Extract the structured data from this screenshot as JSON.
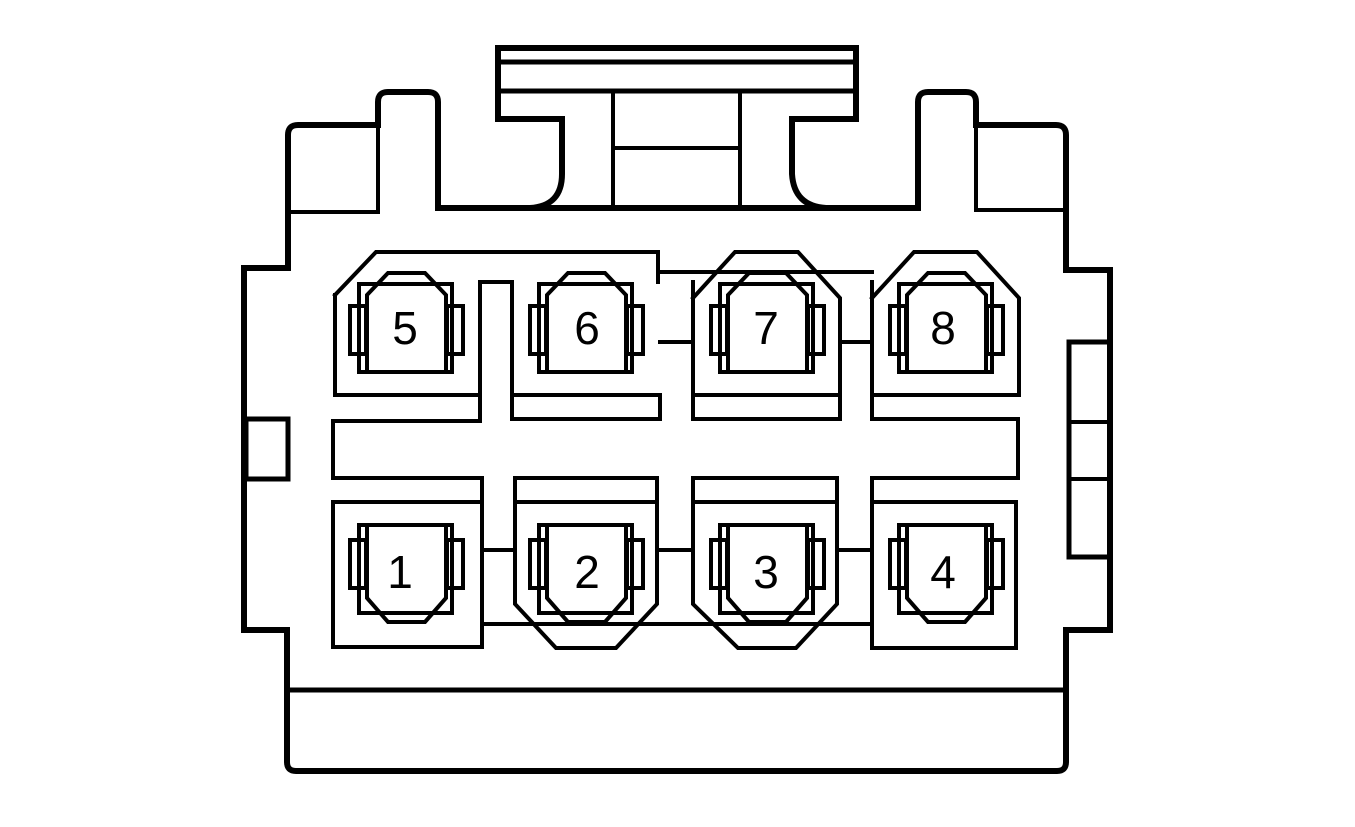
{
  "diagram": {
    "type": "connector-face-view",
    "pin_count": 8,
    "colors": {
      "line": "#000000",
      "background": "#ffffff"
    }
  },
  "pins": {
    "p1": {
      "label": "1",
      "row": "bottom",
      "col": 1,
      "cavity_shape": "square"
    },
    "p2": {
      "label": "2",
      "row": "bottom",
      "col": 2,
      "cavity_shape": "chamfered-bottom"
    },
    "p3": {
      "label": "3",
      "row": "bottom",
      "col": 3,
      "cavity_shape": "chamfered-bottom"
    },
    "p4": {
      "label": "4",
      "row": "bottom",
      "col": 4,
      "cavity_shape": "square"
    },
    "p5": {
      "label": "5",
      "row": "top",
      "col": 1,
      "cavity_shape": "chamfered-top-left"
    },
    "p6": {
      "label": "6",
      "row": "top",
      "col": 2,
      "cavity_shape": "square"
    },
    "p7": {
      "label": "7",
      "row": "top",
      "col": 3,
      "cavity_shape": "chamfered-top"
    },
    "p8": {
      "label": "8",
      "row": "top",
      "col": 4,
      "cavity_shape": "chamfered-top"
    }
  }
}
